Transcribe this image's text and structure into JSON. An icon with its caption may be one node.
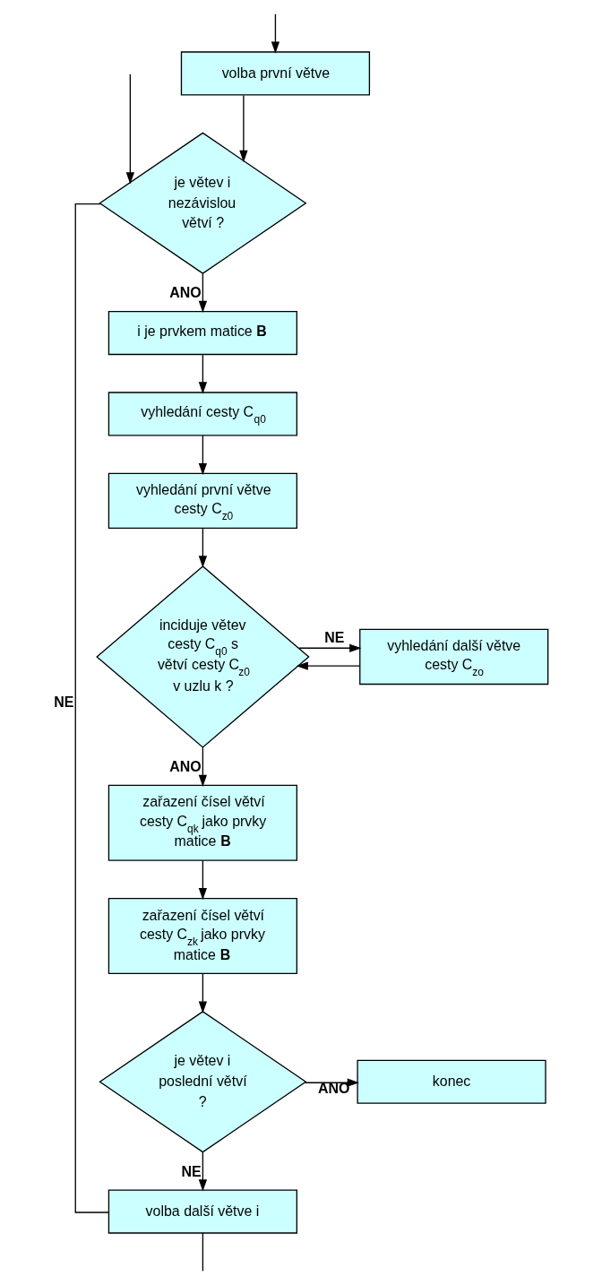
{
  "diagram": {
    "nodes": [
      {
        "text": [
          "volba první větve"
        ]
      },
      {
        "text": [
          "je větev i nezávislou větví ?"
        ]
      },
      {
        "text": [
          "i je prvkem matice **B**"
        ]
      },
      {
        "text": [
          "vyhledání cesty C$_{q0}$"
        ]
      },
      {
        "text": [
          "vyhledání první větve cesty C$_{z0}$"
        ]
      },
      {
        "text": [
          "inciduje větev cesty C$_{q0}$ s větví cesty C$_{z0}$ v uzlu k ?"
        ]
      },
      {
        "text": [
          "vyhledání další větve cesty C$_{zo}$"
        ]
      },
      {
        "text": [
          "zařazení čísel větví cesty C$_{qk}$ jako prvky matice **B**"
        ]
      },
      {
        "text": [
          "zařazení čísel větví cesty C$_{zk}$ jako prvky matice **B**"
        ]
      },
      {
        "text": [
          "je větev i poslední větví ?"
        ]
      },
      {
        "text": [
          "konec"
        ]
      },
      {
        "text": [
          "volba další větve i"
        ]
      }
    ],
    "edges": [
      {
        "from": null,
        "to": 0,
        "arrow": "to"
      },
      {
        "from": 0,
        "to": 1,
        "arrow": "to"
      },
      {
        "from": null,
        "to": 1,
        "arrow": "to"
      },
      {
        "from": 1,
        "to": 11,
        "arrow": "none",
        "label": "NE"
      },
      {
        "from": 1,
        "to": 2,
        "arrow": "to",
        "label": "ANO"
      },
      {
        "from": 2,
        "to": 3,
        "arrow": "to"
      },
      {
        "from": 3,
        "to": 4,
        "arrow": "to"
      },
      {
        "from": 4,
        "to": 5,
        "arrow": "to"
      },
      {
        "from": 5,
        "to": 6,
        "arrow": "to",
        "label": "NE"
      },
      {
        "from": 6,
        "to": 5,
        "arrow": "to"
      },
      {
        "from": 5,
        "to": 7,
        "arrow": "to",
        "label": "ANO"
      },
      {
        "from": 7,
        "to": 8,
        "arrow": "to"
      },
      {
        "from": 8,
        "to": 9,
        "arrow": "to"
      },
      {
        "from": 9,
        "to": 10,
        "arrow": "to",
        "label": "ANO"
      },
      {
        "from": 9,
        "to": 11,
        "arrow": "to",
        "label": "NE"
      },
      {
        "from": 11,
        "to": null,
        "arrow": "none"
      }
    ]
  }
}
